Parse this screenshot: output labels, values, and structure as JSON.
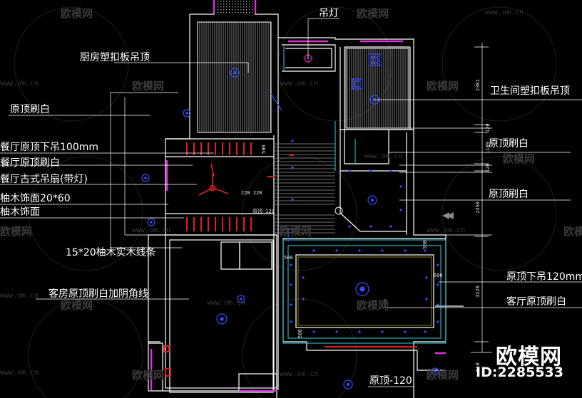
{
  "labels": {
    "kitchen_ceiling": "厨房塑扣板吊顶",
    "pendant_lamp": "吊灯",
    "bathroom_ceiling": "卫生间塑扣板吊顶",
    "orig_white_left": "原顶刷白",
    "dining_drop": "餐厅原顶下吊100mm",
    "dining_white": "餐厅原顶刷白",
    "dining_fan": "餐厅古式吊扇(带灯)",
    "teak_trim_size": "柚木饰面20*60",
    "teak_trim": "柚木饰面",
    "teak_strip": "15*20柚木实木线条",
    "guest_room": "客房原顶刷白加阴角线",
    "orig_white_r1": "原顶刷白",
    "orig_white_r2": "原顶刷白",
    "living_drop": "原顶下吊120mm",
    "living_white": "客厅原顶刷白",
    "orig_bottom": "原顶-120"
  },
  "small_text": {
    "d_220": "220 220",
    "d_500a": "500",
    "d_500b": "500",
    "d_500c": "500",
    "d_500d": "500",
    "d_500e": "500",
    "d_label_mid": "原顶-120"
  },
  "dimensions": {
    "v1": "2381",
    "v2": "120",
    "v3": "1109",
    "v4": "120",
    "v5": "2350",
    "v6": "3220",
    "v7": "510"
  },
  "watermarks": {
    "brand_text": "欧模网",
    "url": "www.om.cn",
    "id_text": "ID:2285533"
  },
  "colors": {
    "wall": "#ffffff",
    "hatch": "#9a9a9a",
    "magenta": "#d830d8",
    "red": "#e02020",
    "blue": "#3a4cff",
    "cyan": "#30d0e0",
    "yellow": "#e0d000",
    "watermark": "#3a3a3a"
  }
}
